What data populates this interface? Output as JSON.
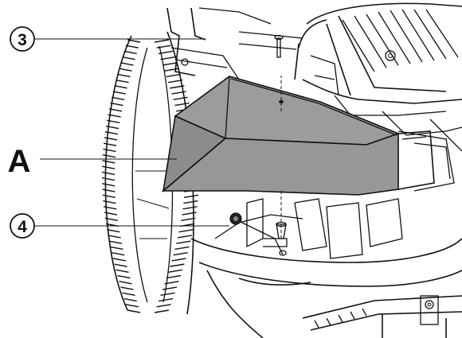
{
  "diagram": {
    "callouts": [
      {
        "id": "3",
        "label": "3"
      },
      {
        "id": "A",
        "label": "A"
      },
      {
        "id": "4",
        "label": "4"
      }
    ],
    "colors": {
      "ink": "#111111",
      "cover_fill": "#9a9a9a",
      "cover_side": "#8a8a8a",
      "background": "#ffffff"
    }
  }
}
